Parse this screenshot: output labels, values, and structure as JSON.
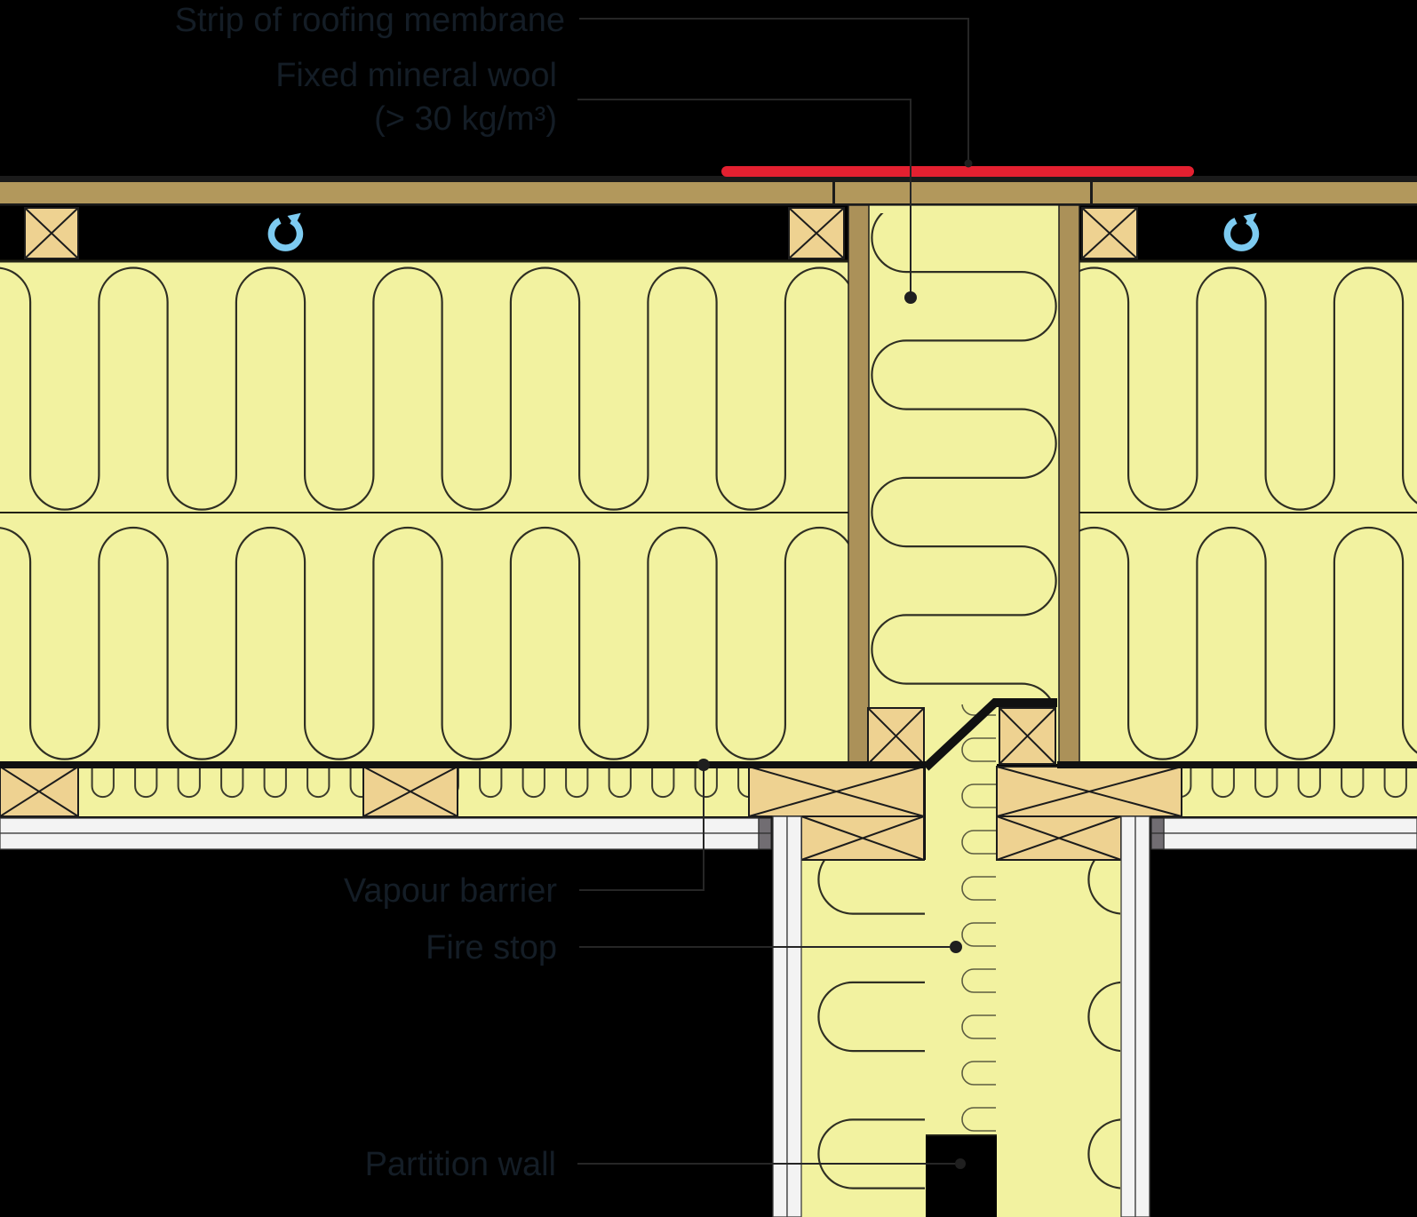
{
  "labels": {
    "roof_membrane_strip": "Strip of roofing membrane",
    "fixed_mineral_wool_line1": "Fixed mineral wool",
    "fixed_mineral_wool_line2": "(> 30 kg/m³)",
    "vapour_barrier": "Vapour barrier",
    "fire_stop": "Fire stop",
    "partition_wall": "Partition wall"
  },
  "colors": {
    "background": "#000000",
    "insulation_yellow": "#f2f2a0",
    "timber_batten": "#eed291",
    "timber_stud": "#ab9159",
    "roof_deck": "#b2985c",
    "membrane_black": "#1b1b1b",
    "roofing_membrane_strip_red": "#e42030",
    "ventilation_arrow_blue": "#7dcbf1",
    "plasterboard": "#f3f3f3",
    "board_edge_grey": "#716d72",
    "label_text": "#141d26"
  },
  "icons": {
    "ventilation_arrow": "circular-rotation-arrow",
    "ventilation_arrow_count": 2
  }
}
